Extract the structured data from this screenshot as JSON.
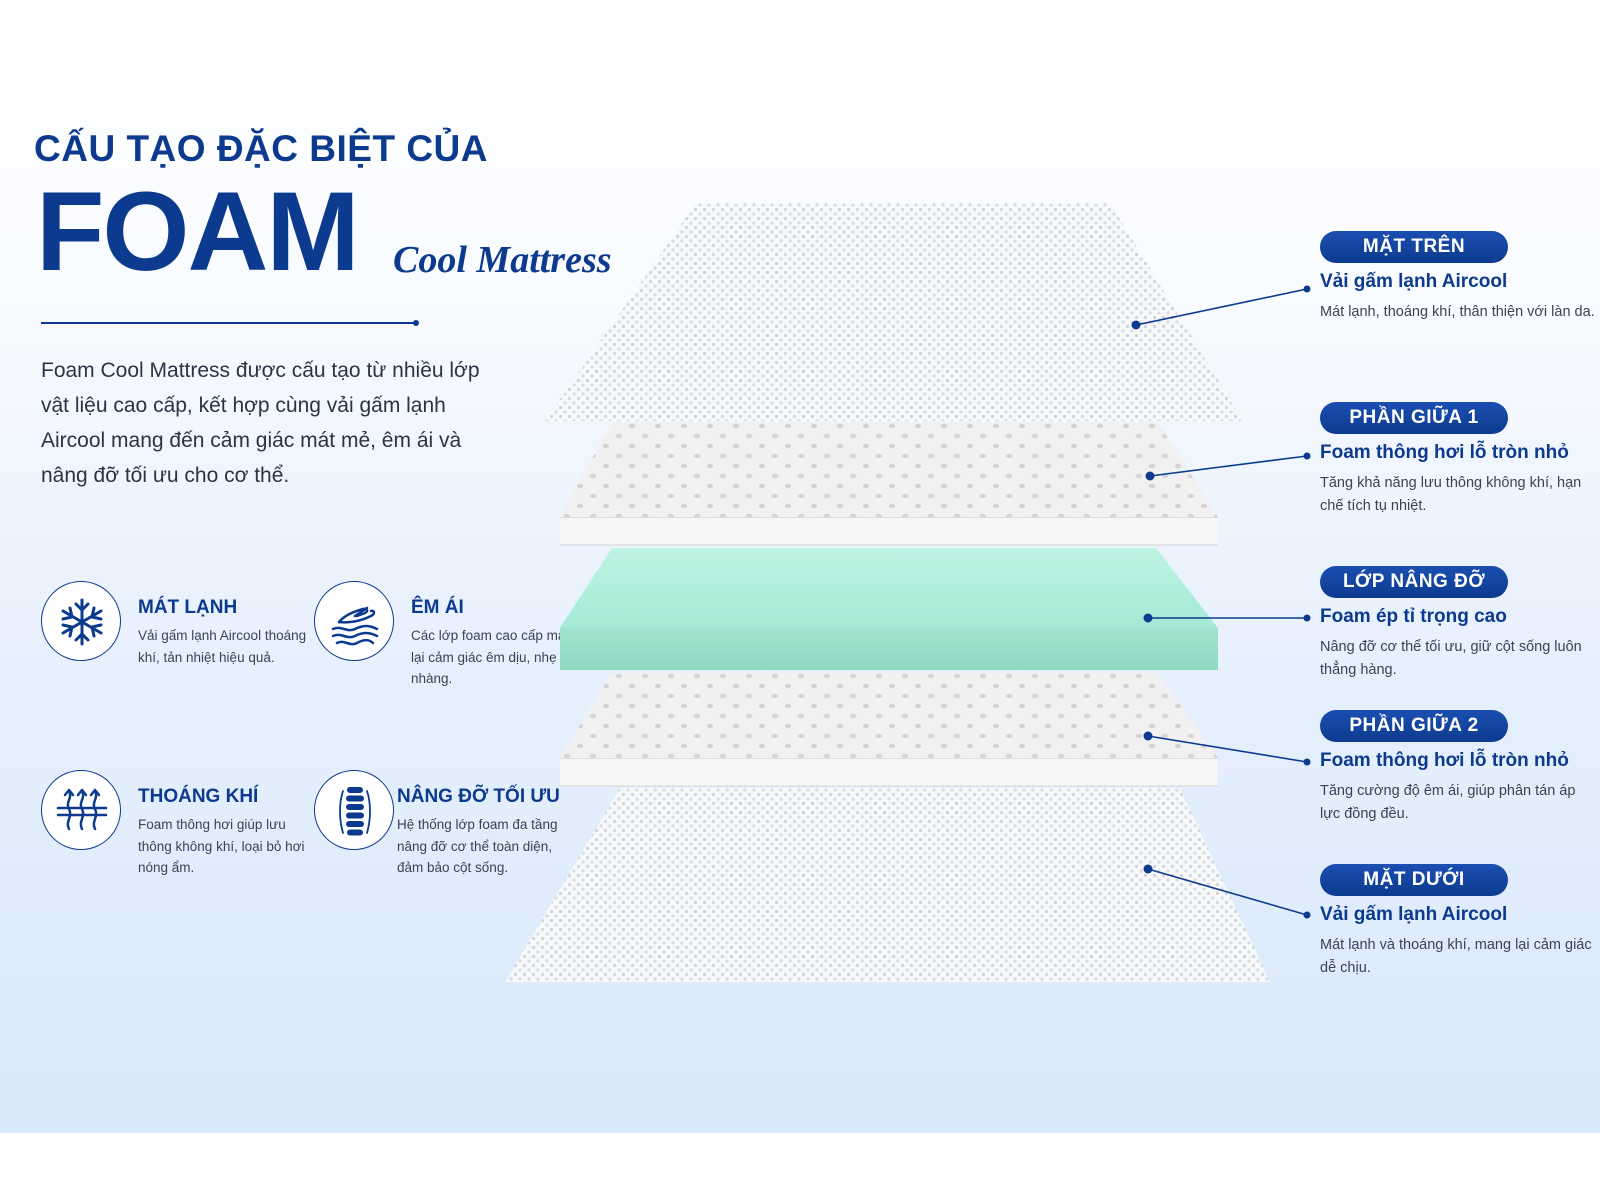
{
  "heading": {
    "line1": "CẤU TẠO ĐẶC BIỆT CỦA",
    "main": "FOAM",
    "sub": "Cool Mattress"
  },
  "intro": {
    "text": "Foam Cool Mattress được cấu tạo từ nhiều lớp vật liệu cao cấp, kết hợp cùng vải gấm lạnh Aircool mang đến cảm giác mát mẻ, êm ái và nâng đỡ tối ưu cho cơ thể."
  },
  "features": [
    {
      "icon": "snowflake-icon",
      "title": "MÁT LẠNH",
      "desc": "Vải gấm lạnh Aircool thoáng khí, tản nhiệt hiệu quả."
    },
    {
      "icon": "hand-waves-icon",
      "title": "ÊM ÁI",
      "desc": "Các lớp foam cao cấp mang lại cảm giác êm dịu, nhẹ nhàng."
    },
    {
      "icon": "airflow-icon",
      "title": "THOÁNG KHÍ",
      "desc": "Foam thông hơi giúp lưu thông không khí, loại bỏ hơi nóng ẩm."
    },
    {
      "icon": "spine-icon",
      "title": "NÂNG ĐỠ TỐI ƯU",
      "desc": "Hệ thống lớp foam đa tầng nâng đỡ cơ thể toàn diện, đảm bảo cột sống."
    }
  ],
  "layers": [
    {
      "pill": "MẶT TRÊN",
      "title": "Vải gấm lạnh Aircool",
      "desc": "Mát lạnh, thoáng khí, thân thiện với làn da."
    },
    {
      "pill": "PHẦN GIỮA 1",
      "title": "Foam thông hơi lỗ tròn nhỏ",
      "desc": "Tăng khả năng lưu thông không khí, hạn chế tích tụ nhiệt."
    },
    {
      "pill": "LỚP NÂNG ĐỠ",
      "title": "Foam ép tỉ trọng cao",
      "desc": "Nâng đỡ cơ thể tối ưu, giữ cột sống luôn thẳng hàng."
    },
    {
      "pill": "PHẦN GIỮA 2",
      "title": "Foam thông hơi lỗ tròn nhỏ",
      "desc": "Tăng cường độ êm ái, giúp phân tán áp lực đồng đều."
    },
    {
      "pill": "MẶT DƯỚI",
      "title": "Vải gấm lạnh Aircool",
      "desc": "Mát lạnh và thoáng khí, mang lại cảm giác dễ chịu."
    }
  ],
  "colors": {
    "primary": "#0c3a8e",
    "support_layer": "#a4ead5",
    "foam_layer": "#f3f3f3",
    "background": "#e8f1fd"
  }
}
